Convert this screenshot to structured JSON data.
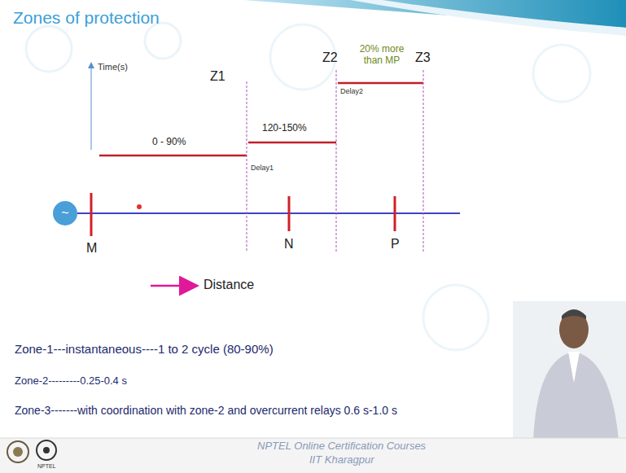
{
  "diagram": {
    "title": "Zones of protection",
    "nodes": [
      {
        "text": [
          "~"
        ]
      }
    ],
    "labels": [
      "Time(s)",
      "Z1",
      "Z2",
      "Z3",
      "20% more than MP",
      "0 - 90%",
      "120-150%",
      "Delay1",
      "Delay2",
      "M",
      "N",
      "P",
      "Distance",
      "Zone-1---instantaneous----1 to 2 cycle (80-90%)",
      "Zone-2---------0.25-0.4 s",
      "Zone-3-------with coordination with zone-2 and overcurrent relays 0.6 s-1.0 s",
      "NPTEL Online Certification Courses",
      "IIT Kharagpur",
      "NPTEL"
    ]
  }
}
